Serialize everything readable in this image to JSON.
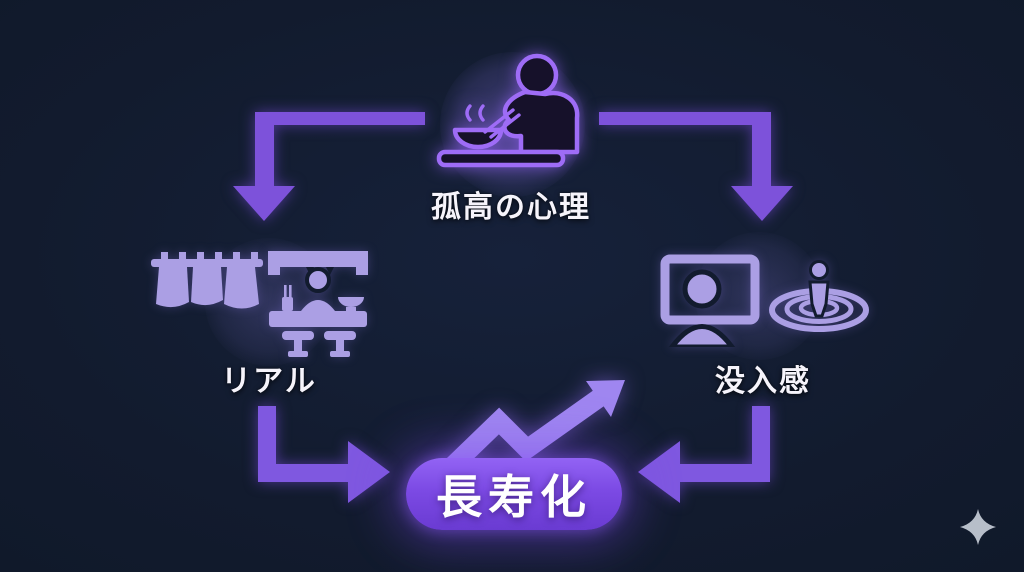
{
  "diagram": {
    "type": "flow-diagram",
    "top_node": {
      "label": "孤高の心理",
      "icon": "person-eating-alone-icon",
      "description_of_icon": "silhouette of a person eating noodles alone with chopsticks over a steaming bowl"
    },
    "left_node": {
      "label": "リアル",
      "icons": [
        "noren-curtain-icon",
        "counter-stall-icon"
      ],
      "description_of_icon": "Japanese noren shop curtain and a cook behind a small food-stall counter with stools"
    },
    "right_node": {
      "label": "没入感",
      "icons": [
        "monitor-person-icon",
        "immersion-ripples-icon"
      ],
      "description_of_icon": "a person inside a monitor screen and a person standing in concentric ripples"
    },
    "outcome_node": {
      "label": "長寿化",
      "icon": "growth-trend-arrow-icon",
      "description_of_icon": "purple rounded pill with an upward zigzag trend arrow rising behind it"
    },
    "connections": [
      {
        "from": "top_node",
        "to": "left_node",
        "style": "elbow-arrow-down"
      },
      {
        "from": "top_node",
        "to": "right_node",
        "style": "elbow-arrow-down"
      },
      {
        "from": "left_node",
        "to": "outcome_node",
        "style": "elbow-arrow-right"
      },
      {
        "from": "right_node",
        "to": "outcome_node",
        "style": "elbow-arrow-left"
      }
    ],
    "watermark": {
      "icon": "sparkle-icon"
    },
    "colors": {
      "background": "#121b2e",
      "elbow_arrow": "#7d52da",
      "trend_arrow": "#9f86f0",
      "icon_light_purple": "#ab9fe4",
      "icon_outline_glow": "#9e6cf6",
      "icon_silhouette": "#16112a",
      "pill_gradient_top": "#9263f4",
      "pill_gradient_bottom": "#6a3bd2",
      "label_text": "#f6f4fb",
      "sparkle": "#b7bec9"
    }
  }
}
